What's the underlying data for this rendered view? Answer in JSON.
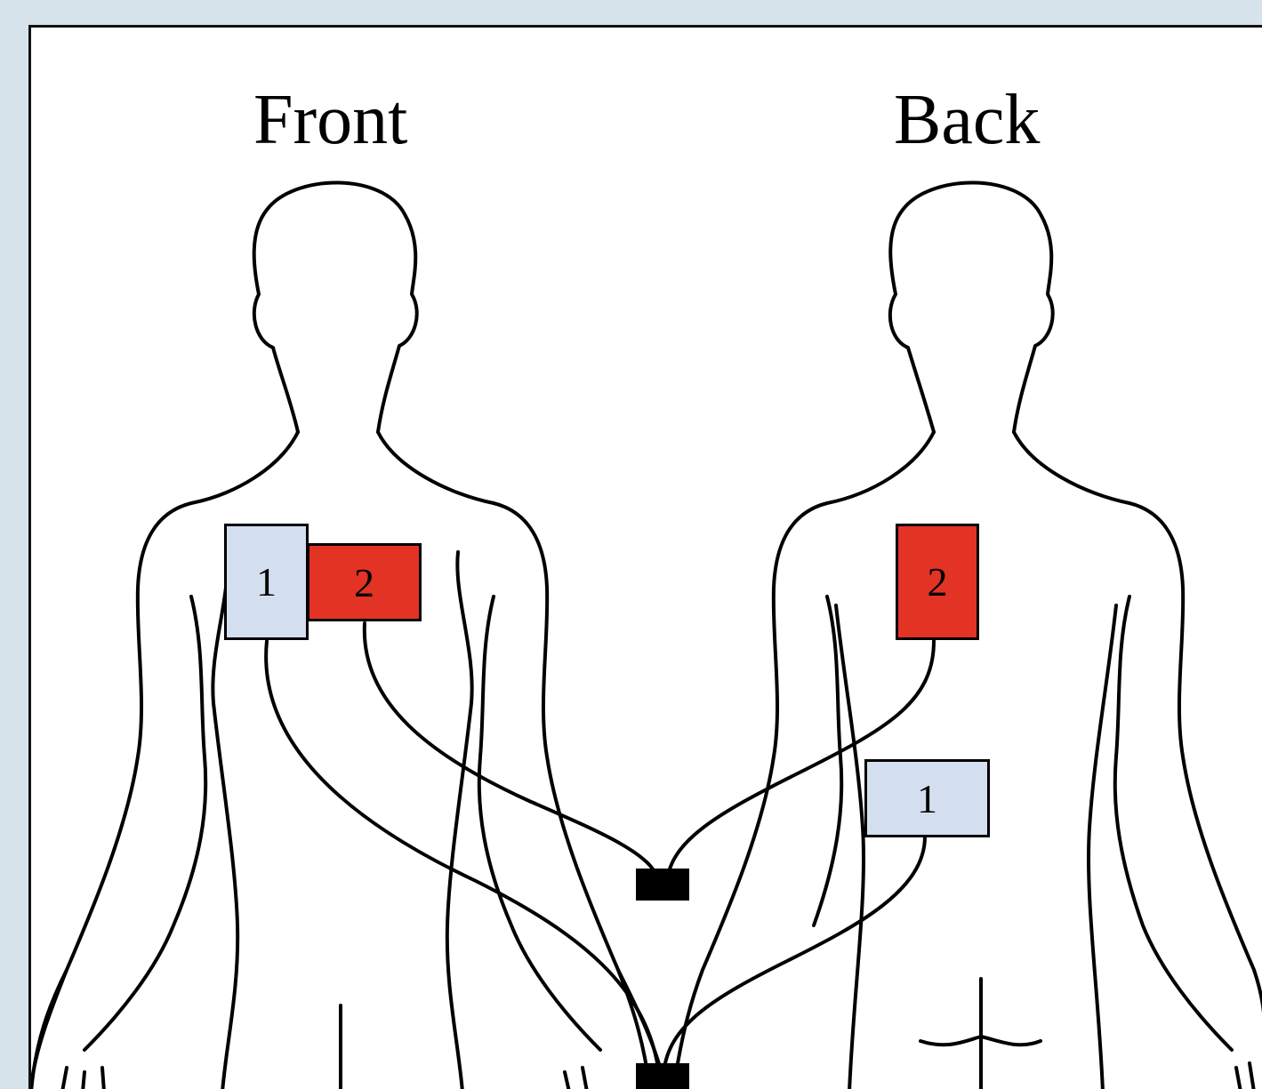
{
  "header": {
    "partial_title": ""
  },
  "views": {
    "front": {
      "label": "Front"
    },
    "back": {
      "label": "Back"
    }
  },
  "electrodes": {
    "front_1": {
      "number": "1",
      "color": "#d3dfee"
    },
    "front_2": {
      "number": "2",
      "color": "#e23325"
    },
    "back_2": {
      "number": "2",
      "color": "#e23325"
    },
    "back_1": {
      "number": "1",
      "color": "#d3dfee"
    }
  },
  "connectors": {
    "color": "#000000"
  },
  "colors": {
    "background": "#d6e3ea",
    "panel": "#ffffff",
    "outline": "#000000"
  }
}
